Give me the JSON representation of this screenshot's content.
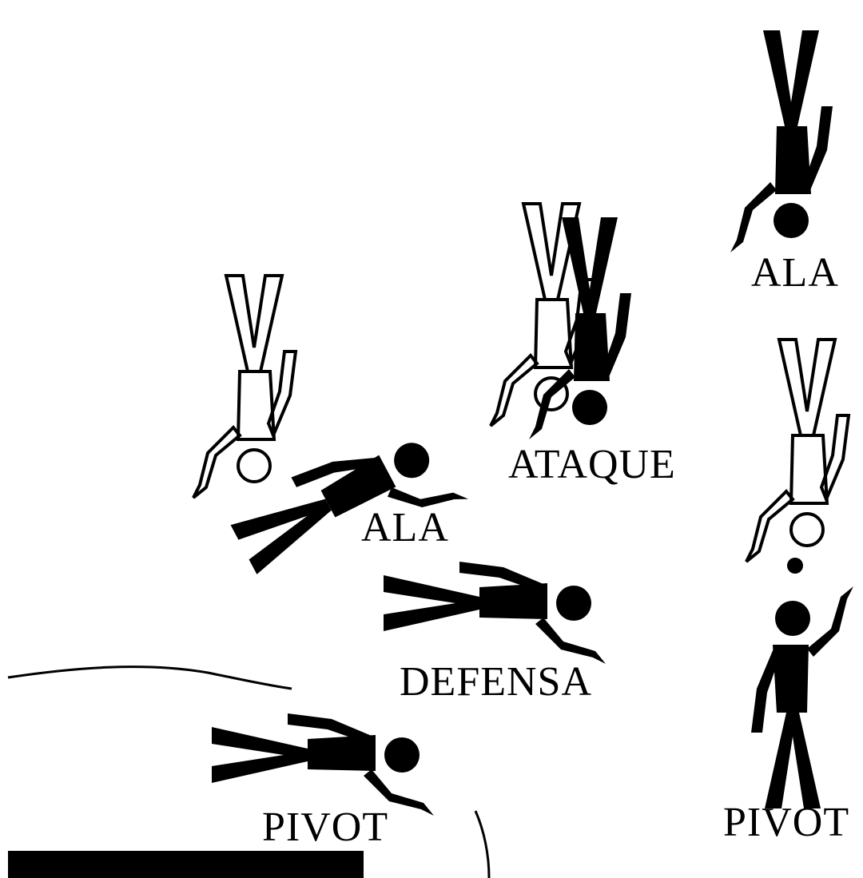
{
  "diagram": {
    "labels": {
      "ala_top_right": "ALA",
      "ataque": "ATAQUE",
      "ala_left": "ALA",
      "defensa": "DEFENSA",
      "pivot_bottom": "PIVOT",
      "pivot_right": "PIVOT"
    },
    "colors": {
      "ink": "#000000",
      "background": "#ffffff"
    }
  }
}
